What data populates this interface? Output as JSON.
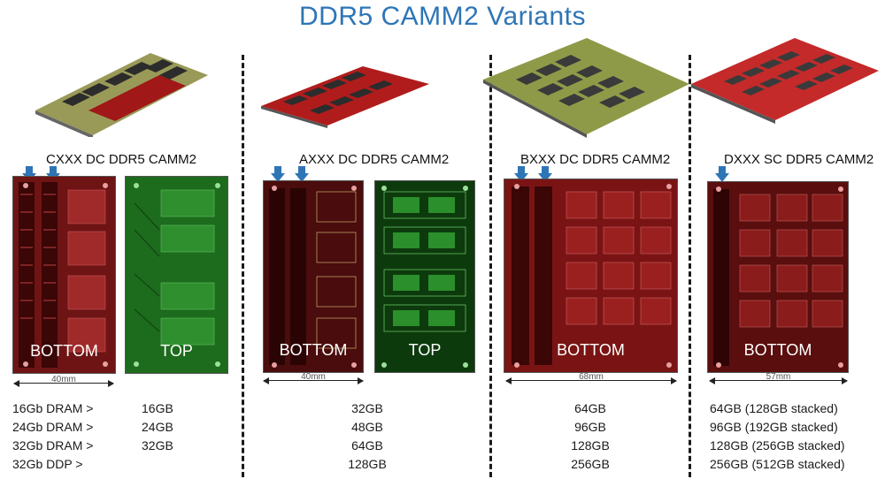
{
  "title": "DDR5 CAMM2 Variants",
  "variants": [
    {
      "caption": "CXXX DC DDR5 CAMM2",
      "boards": [
        "BOTTOM",
        "TOP"
      ],
      "dimension": "40mm",
      "dram_rows": [
        "16Gb DRAM >",
        "24Gb DRAM >",
        "32Gb DRAM >",
        "32Gb DDP >"
      ],
      "capacities": [
        "16GB",
        "24GB",
        "32GB"
      ]
    },
    {
      "caption": "AXXX DC DDR5 CAMM2",
      "boards": [
        "BOTTOM",
        "TOP"
      ],
      "dimension": "40mm",
      "capacities": [
        "32GB",
        "48GB",
        "64GB",
        "128GB"
      ]
    },
    {
      "caption": "BXXX DC DDR5 CAMM2",
      "boards": [
        "BOTTOM"
      ],
      "dimension": "68mm",
      "capacities": [
        "64GB",
        "96GB",
        "128GB",
        "256GB"
      ]
    },
    {
      "caption": "DXXX SC DDR5 CAMM2",
      "boards": [
        "BOTTOM"
      ],
      "dimension": "57mm",
      "capacities": [
        "64GB (128GB stacked)",
        "96GB (192GB stacked)",
        "128GB (256GB stacked)",
        "256GB (512GB stacked)"
      ]
    }
  ],
  "colors": {
    "title": "#2e75b6",
    "arrow": "#2e75b6",
    "pcb_red": "#8b1a1a",
    "pcb_green": "#1f7a1f"
  }
}
